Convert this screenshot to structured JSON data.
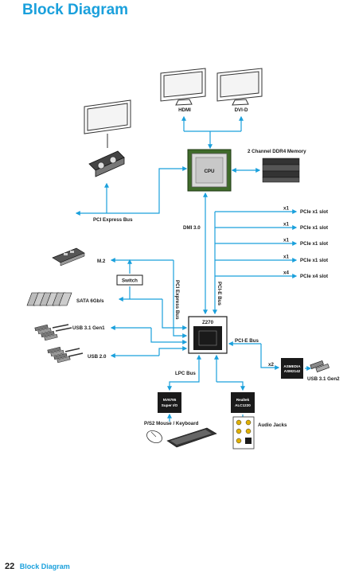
{
  "page": {
    "title": "Block Diagram"
  },
  "footer": {
    "page_number": "22",
    "section": "Block Diagram"
  },
  "labels": {
    "hdmi": "HDMI",
    "dvid": "DVI-D",
    "memory": "2 Channel DDR4 Memory",
    "cpu": "CPU",
    "pci_express_bus": "PCI Express Bus",
    "dmi": "DMI 3.0",
    "m2": "M.2",
    "switch": "Switch",
    "pci_express_bus_vertical": "PCI Express Bus",
    "pcie_bus_vertical": "PCI-E Bus",
    "sata": "SATA 6Gb/s",
    "usb31_gen1": "USB 3.1 Gen1",
    "usb20": "USB 2.0",
    "chipset": "Z270",
    "pcie_bus": "PCI-E Bus",
    "lpc_bus": "LPC Bus",
    "super_io_line1": "NV6795",
    "super_io_line2": "Super I/O",
    "audio_chip_line1": "Realtek",
    "audio_chip_line2": "ALC1220",
    "ps2": "P/S2 Mouse / Keyboard",
    "audio_jacks": "Audio Jacks",
    "asmedia_line1": "ASMEDIA",
    "asmedia_line2": "ASM2142",
    "x2": "x2",
    "usb31_gen2": "USB 3.1 Gen2"
  },
  "pcie_slots": [
    {
      "lanes": "x1",
      "label": "PCIe x1 slot"
    },
    {
      "lanes": "x1",
      "label": "PCIe x1 slot"
    },
    {
      "lanes": "x1",
      "label": "PCIe x1 slot"
    },
    {
      "lanes": "x1",
      "label": "PCIe x1 slot"
    },
    {
      "lanes": "x4",
      "label": "PCIe x4 slot"
    }
  ],
  "colors": {
    "accent": "#1aa0dc",
    "line": "#1aa0dc",
    "chip": "#1a1a1a",
    "cpu_pcb": "#3f6b2a"
  }
}
